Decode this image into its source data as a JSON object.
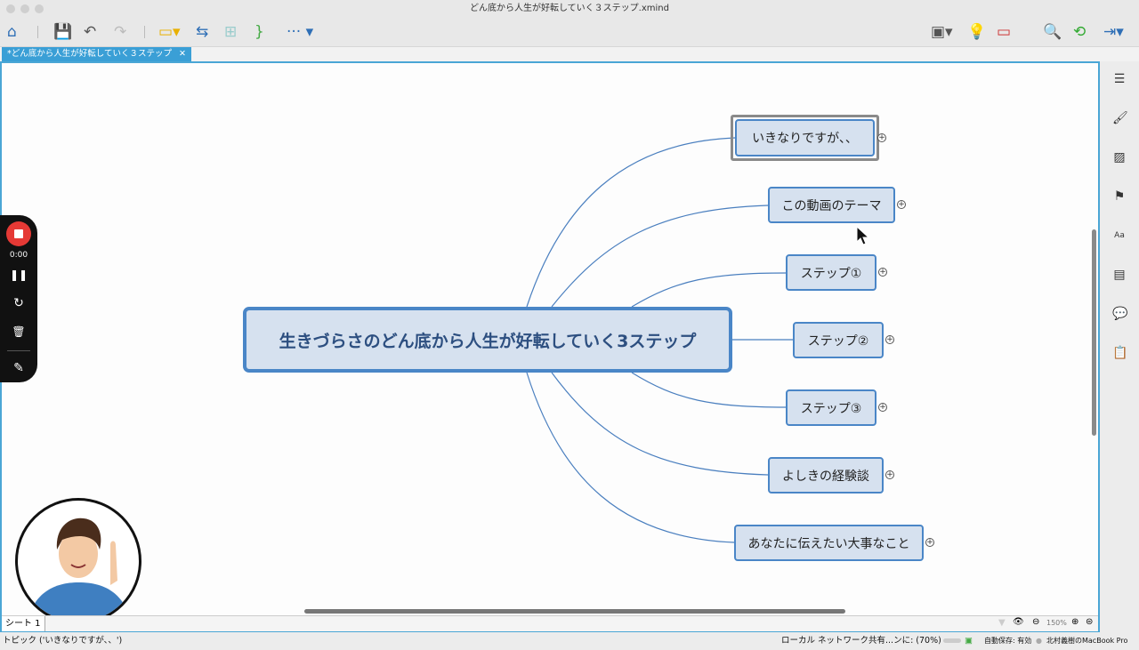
{
  "window": {
    "title": "どん底から人生が好転していく３ステップ.xmind"
  },
  "tab": {
    "label": "*どん底から人生が好転していく３ステップ",
    "close": "✕"
  },
  "map": {
    "central": "生きづらさのどん底から人生が好転していく3ステップ",
    "topics": [
      "いきなりですが、、",
      "この動画のテーマ",
      "ステップ①",
      "ステップ②",
      "ステップ③",
      "よしきの経験談",
      "あなたに伝えたい大事なこと"
    ],
    "selected_index": 0
  },
  "recorder": {
    "time": "0:00"
  },
  "sheet": {
    "label": "シート 1",
    "zoom": "150%"
  },
  "status": {
    "left": "トピック ('いきなりですが、、')",
    "network": "ローカル ネットワーク共有...ンに: (70%)",
    "autosave": "自動保存: 有効",
    "device": "北村義樹のMacBook Pro"
  }
}
